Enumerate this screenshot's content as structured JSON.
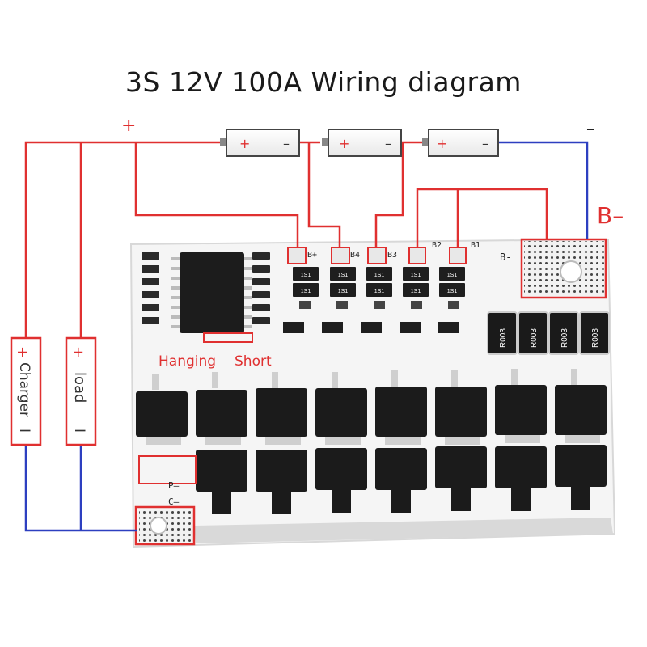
{
  "title": "3S 12V 100A Wiring diagram",
  "terminals": {
    "plus": "+",
    "minus": "–",
    "b_minus": "B–",
    "b_plus_pad": "B+",
    "b4": "B4",
    "b3": "B3",
    "b2": "B2",
    "b1": "B1",
    "b_minus_pad": "B-",
    "p_minus": "P–",
    "c_minus": "C–"
  },
  "cells": [
    {
      "plus": "+",
      "minus": "–"
    },
    {
      "plus": "+",
      "minus": "–"
    },
    {
      "plus": "+",
      "minus": "–"
    }
  ],
  "ports": {
    "charger_plus": "+",
    "charger_label": "Charger",
    "charger_minus": "I",
    "load_plus": "+",
    "load_label": "load",
    "load_minus": "I"
  },
  "annotations": {
    "hanging": "Hanging",
    "short": "Short"
  },
  "resistor_label": "R003",
  "smd_label": "1S1",
  "colors": {
    "positive_wire": "#e03030",
    "negative_wire": "#2d3fc0",
    "board": "#f4f4f4",
    "mosfet": "#1b1b1b"
  }
}
